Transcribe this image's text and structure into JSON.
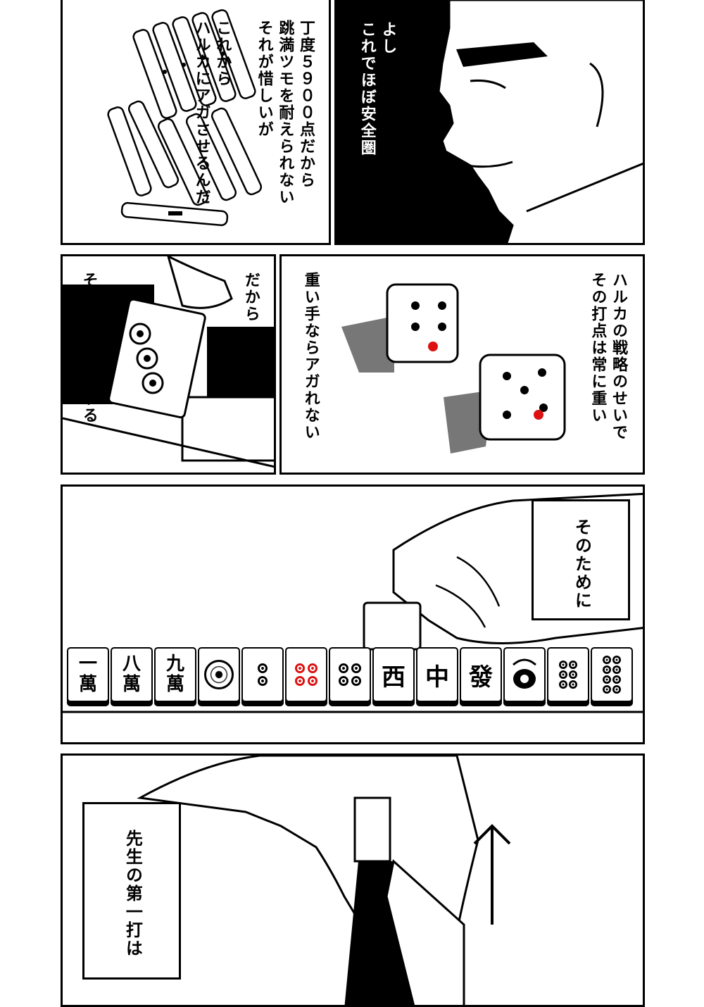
{
  "panels": {
    "p1_right": {
      "text": "よし\nこれでほぼ安全圏"
    },
    "p1_left": {
      "text": "丁度５９００点だから\n跳満ツモを耐えられない\nそれが惜しいが\n\nこれから\nハルカにアガさせるんだ"
    },
    "p2_left": {
      "text_a": "だから",
      "text_b": "その戦略を破壊する"
    },
    "p2_right": {
      "text_a": "ハルカの戦略のせいで\nその打点は常に重い",
      "text_b": "重い手ならアガれない"
    },
    "p3": {
      "text": "そのために"
    },
    "p4": {
      "text": "先生の第一打は"
    }
  },
  "hand_tiles": [
    {
      "icon": "man-1-tile",
      "glyph": "一\n萬",
      "color": "black"
    },
    {
      "icon": "man-8-tile",
      "glyph": "八\n萬",
      "color": "black"
    },
    {
      "icon": "man-9-tile",
      "glyph": "九\n萬",
      "color": "black"
    },
    {
      "icon": "pin-1-tile",
      "glyph": "",
      "color": "black"
    },
    {
      "icon": "pin-2-tile",
      "glyph": "",
      "color": "black"
    },
    {
      "icon": "pin-5-red-tile",
      "glyph": "",
      "color": "red"
    },
    {
      "icon": "pin-4-tile",
      "glyph": "",
      "color": "black"
    },
    {
      "icon": "west-tile",
      "glyph": "西",
      "color": "black"
    },
    {
      "icon": "red-dragon-tile",
      "glyph": "中",
      "color": "black"
    },
    {
      "icon": "green-dragon-tile",
      "glyph": "發",
      "color": "black"
    },
    {
      "icon": "sou-1-tile",
      "glyph": "",
      "color": "black"
    },
    {
      "icon": "pin-7-tile",
      "glyph": "",
      "color": "black"
    },
    {
      "icon": "pin-9-tile",
      "glyph": "",
      "color": "black"
    }
  ],
  "colors": {
    "ink": "#000000",
    "paper": "#ffffff",
    "accent_red": "#d11111",
    "shadow": "#777777"
  }
}
